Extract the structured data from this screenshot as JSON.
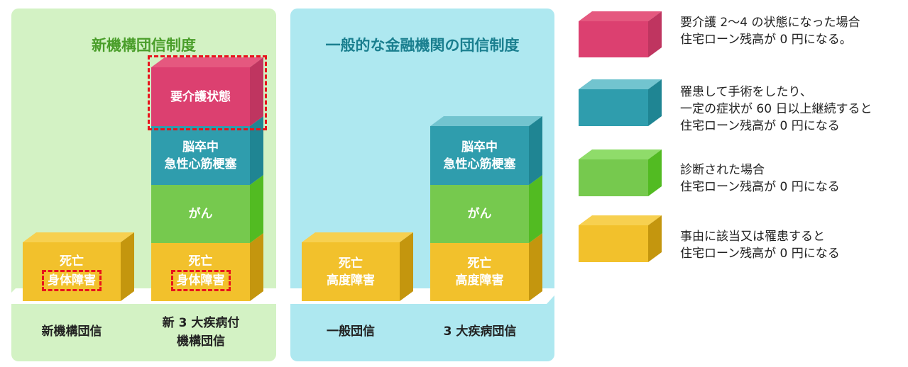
{
  "panels": [
    {
      "title": "新機構団信制度",
      "columns": [
        {
          "label": "新機構団信",
          "segments": [
            {
              "lines": [
                "死亡",
                "身体障害"
              ],
              "color": "yellow"
            }
          ]
        },
        {
          "label_lines": [
            "新 3 大疾病付",
            "機構団信"
          ],
          "segments": [
            {
              "lines": [
                "死亡",
                "身体障害"
              ],
              "color": "yellow"
            },
            {
              "lines": [
                "がん"
              ],
              "color": "green"
            },
            {
              "lines": [
                "脳卒中",
                "急性心筋梗塞"
              ],
              "color": "teal"
            },
            {
              "lines": [
                "要介護状態"
              ],
              "color": "pink"
            }
          ]
        }
      ]
    },
    {
      "title": "一般的な金融機関の団信制度",
      "columns": [
        {
          "label": "一般団信",
          "segments": [
            {
              "lines": [
                "死亡",
                "高度障害"
              ],
              "color": "yellow"
            }
          ]
        },
        {
          "label": "3 大疾病団信",
          "segments": [
            {
              "lines": [
                "死亡",
                "高度障害"
              ],
              "color": "yellow"
            },
            {
              "lines": [
                "がん"
              ],
              "color": "green"
            },
            {
              "lines": [
                "脳卒中",
                "急性心筋梗塞"
              ],
              "color": "teal"
            }
          ]
        }
      ]
    }
  ],
  "legend": [
    {
      "color": "#dc4070",
      "lines": [
        "要介護 2〜4 の状態になった場合",
        "住宅ローン残高が 0 円になる。"
      ]
    },
    {
      "color": "#2f9dad",
      "lines": [
        "罹患して手術をしたり、",
        "一定の症状が 60 日以上継続すると",
        "住宅ローン残高が 0 円になる"
      ]
    },
    {
      "color": "#76c94e",
      "lines": [
        "診断された場合",
        "住宅ローン残高が 0 円になる"
      ]
    },
    {
      "color": "#f2c12c",
      "lines": [
        "事由に該当又は罹患すると",
        "住宅ローン残高が 0 円になる"
      ]
    }
  ],
  "colors": {
    "highlight": "#e8141c",
    "panel1_bg": "#d3f2c4",
    "panel2_bg": "#aee8f0"
  }
}
